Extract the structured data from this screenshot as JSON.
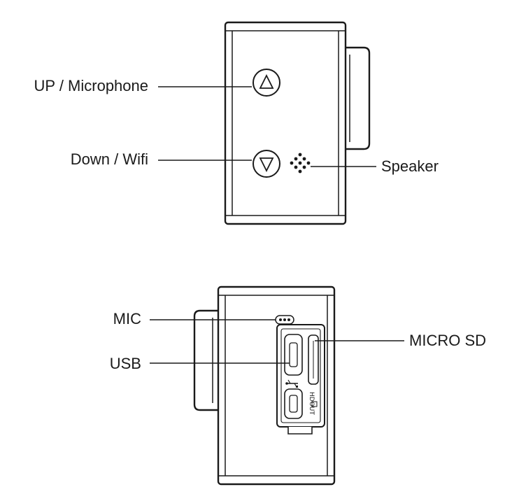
{
  "labels": {
    "up": "UP / Microphone",
    "down": "Down / Wifi",
    "speaker": "Speaker",
    "mic": "MIC",
    "usb": "USB",
    "micro_sd": "MICRO SD",
    "hdout": "HDOUT"
  },
  "colors": {
    "line": "#1a1a1a",
    "background": "#ffffff"
  },
  "icons": {
    "up_button": "triangle-up-icon",
    "down_button": "triangle-down-icon",
    "usb": "usb-icon",
    "hdmi": "hdmi-icon"
  }
}
